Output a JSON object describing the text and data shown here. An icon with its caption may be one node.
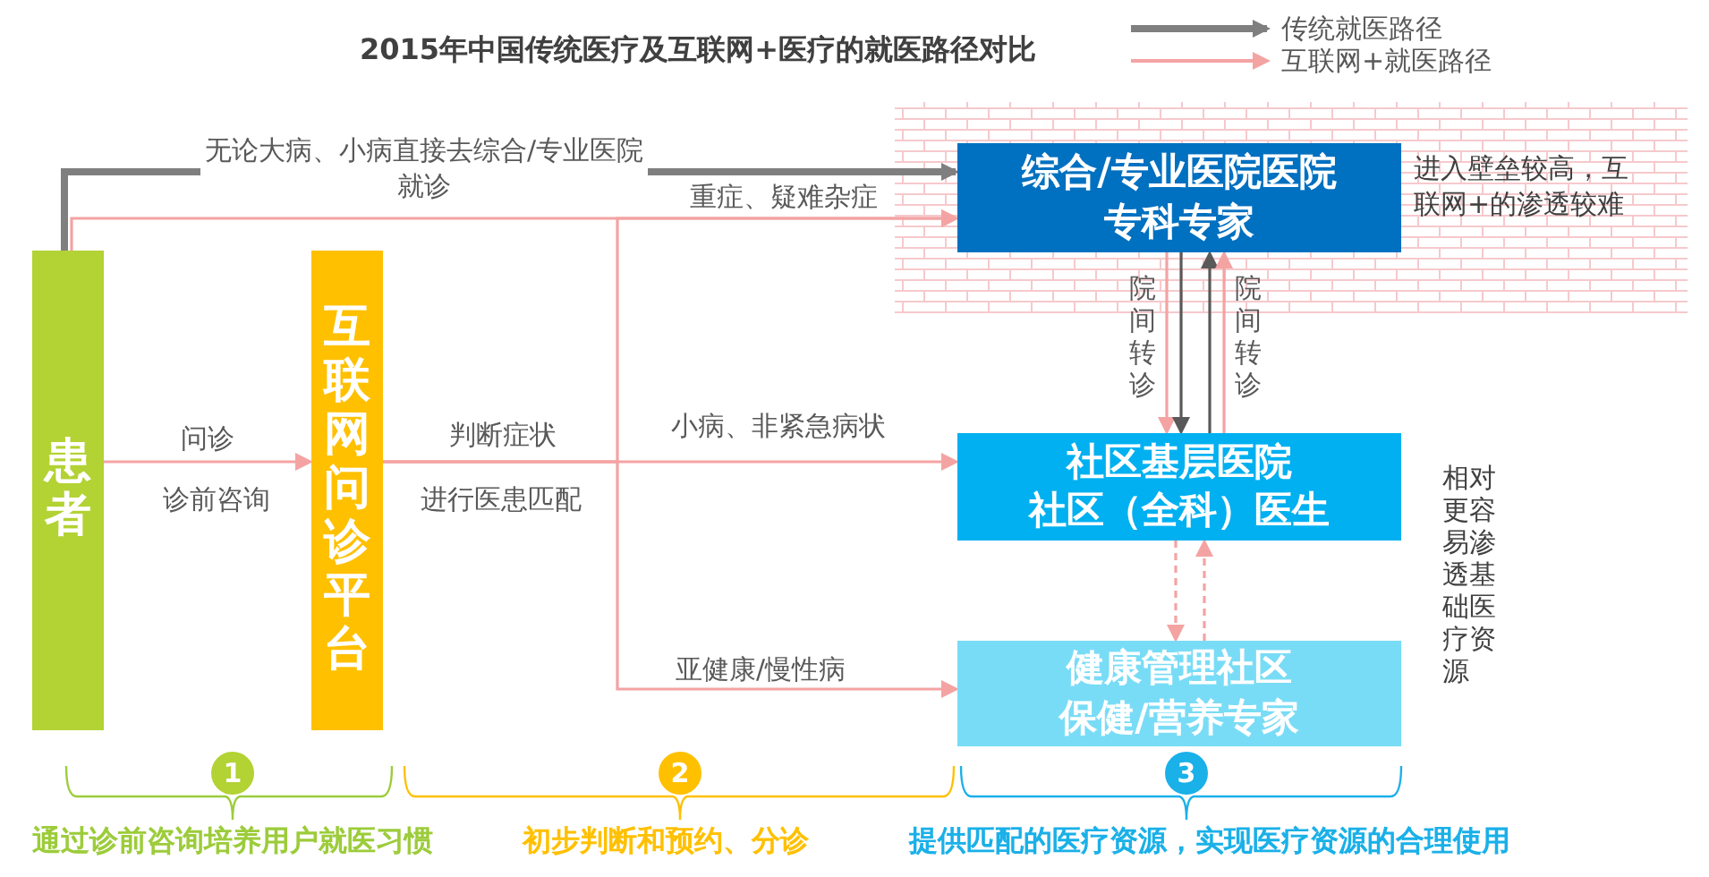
{
  "diagram": {
    "title": "2015年中国传统医疗及互联网+医疗的就医路径对比",
    "nodes": [
      {
        "text": [
          "患者"
        ]
      },
      {
        "text": [
          "互联网问诊平台"
        ]
      },
      {
        "text": [
          "综合/专业医院医院",
          "专科专家"
        ],
        "beside": [
          "进入壁垒较高，互联网+的渗透较难"
        ]
      },
      {
        "text": [
          "社区基层医院",
          "社区（全科）医生"
        ],
        "beside": [
          "相对更容易渗透基础医疗资源"
        ]
      },
      {
        "text": [
          "健康管理社区",
          "保健/营养专家"
        ]
      }
    ],
    "edges": [
      {
        "from": 0,
        "to": 1,
        "arrow": "to"
      },
      {
        "from": 0,
        "to": 2,
        "arrow": "to",
        "label": "无论大病、小病直接去综合/专业医院就诊",
        "style": "thick",
        "color": "#7f7f7f"
      },
      {
        "from": 0,
        "to": 2,
        "arrow": "to"
      },
      {
        "from": 1,
        "to": 2,
        "arrow": "to",
        "label": "重症、疑难杂症"
      },
      {
        "from": 1,
        "to": 3,
        "arrow": "to",
        "label": "小病、非紧急病状"
      },
      {
        "from": 1,
        "to": 4,
        "arrow": "to",
        "label": "亚健康/慢性病"
      },
      {
        "from": 2,
        "to": 3,
        "arrow": "to"
      },
      {
        "from": 2,
        "to": 3,
        "arrow": "to",
        "label": "院间转诊",
        "color": "#595959"
      },
      {
        "from": 3,
        "to": 2,
        "arrow": "to",
        "color": "#595959"
      },
      {
        "from": 3,
        "to": 2,
        "arrow": "to",
        "label": "院间转诊"
      },
      {
        "from": 3,
        "to": 4,
        "arrow": "to",
        "style": "dashed"
      },
      {
        "from": 4,
        "to": 3,
        "arrow": "to",
        "style": "dashed"
      }
    ],
    "labels": [
      "问诊",
      "诊前咨询",
      "判断症状",
      "进行医患匹配",
      "1",
      "通过诊前咨询培养用户就医习惯",
      "2",
      "初步判断和预约、分诊",
      "3",
      "提供匹配的医疗资源，实现医疗资源的合理使用"
    ],
    "legend": [
      {
        "text": "传统就医路径"
      },
      {
        "text": "互联网+就医路径"
      }
    ]
  }
}
